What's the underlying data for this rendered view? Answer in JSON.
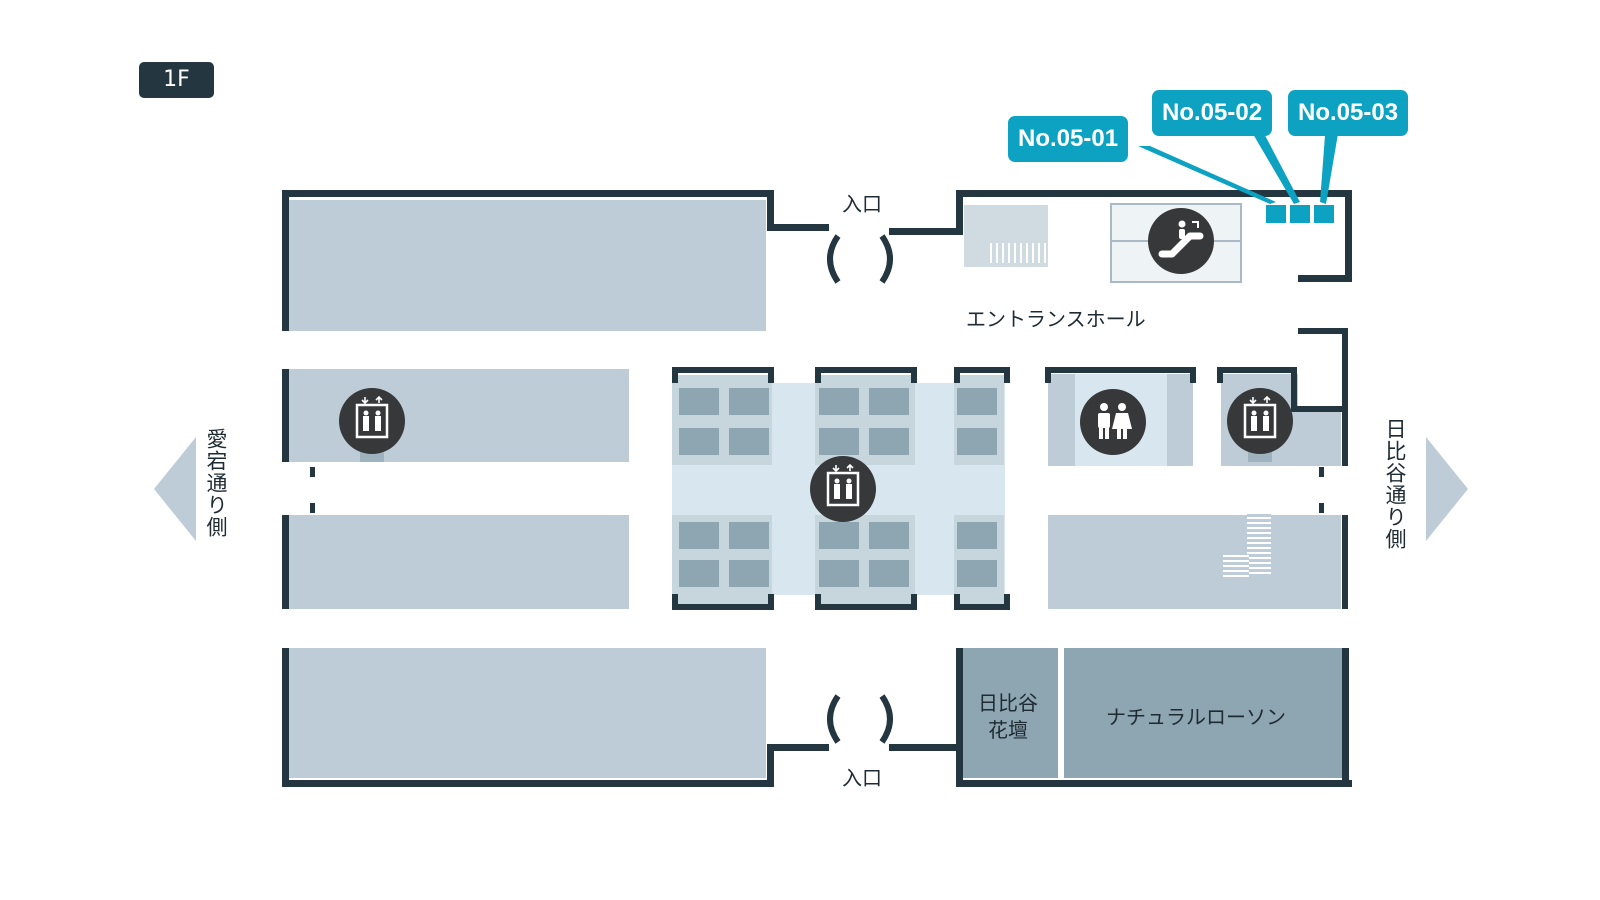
{
  "floor_label": "1F",
  "colors": {
    "wall": "#243640",
    "room": "#bdccd6",
    "core": "#d8e7ef",
    "shop": "#8ea5b2",
    "highlight": "#0ea2c2",
    "icon_bg": "#36383a"
  },
  "markers": [
    {
      "label": "No.05-01"
    },
    {
      "label": "No.05-02"
    },
    {
      "label": "No.05-03"
    }
  ],
  "labels": {
    "entrance_top": "入口",
    "entrance_bottom": "入口",
    "entrance_hall": "エントランスホール",
    "left_street": "愛宕通り側",
    "right_street": "日比谷通り側",
    "flower_shop_line1": "日比谷",
    "flower_shop_line2": "花壇",
    "convenience_store": "ナチュラルローソン"
  },
  "icons": {
    "escalator": "escalator-icon",
    "elevator": "elevator-icon",
    "restroom": "restroom-icon",
    "arrow_left": "arrow-left-icon",
    "arrow_right": "arrow-right-icon"
  }
}
